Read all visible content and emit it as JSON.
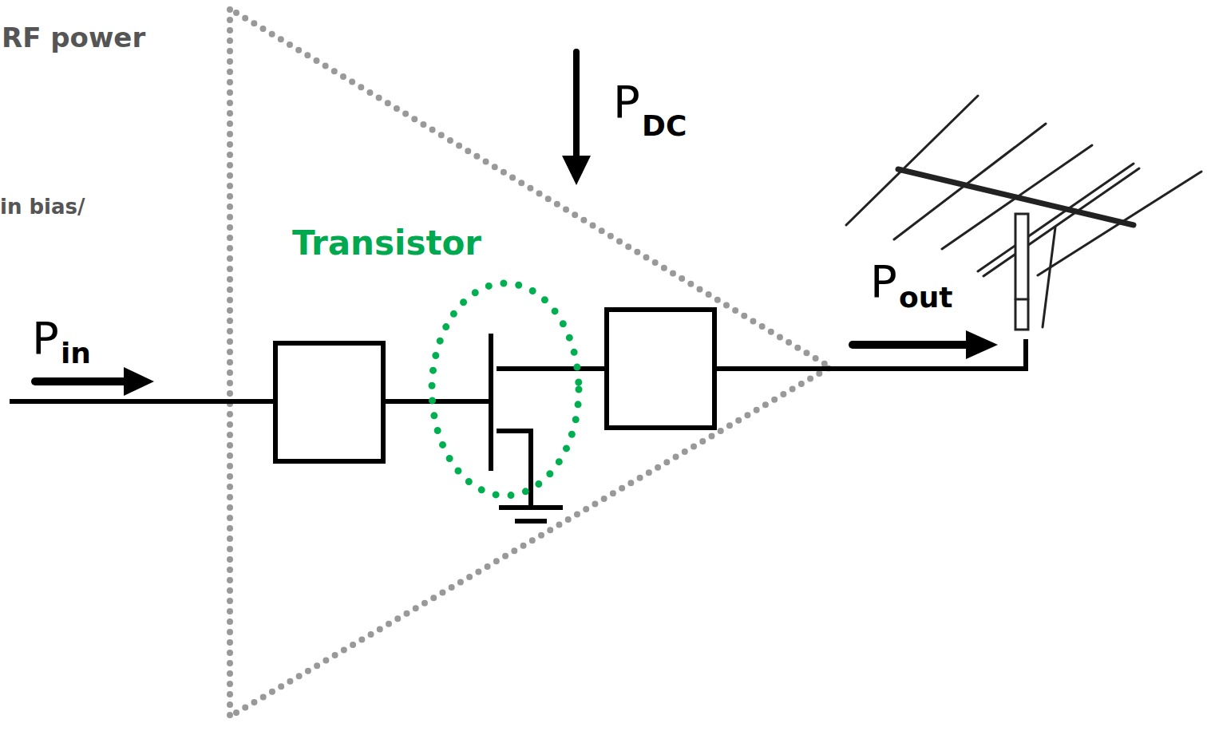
{
  "diagram": {
    "nodes": [
      {
        "text": [
          "Transistor"
        ]
      }
    ],
    "labels": [
      "RF power",
      "in bias/",
      "P",
      "DC",
      "P",
      "in",
      "P",
      "out"
    ]
  }
}
